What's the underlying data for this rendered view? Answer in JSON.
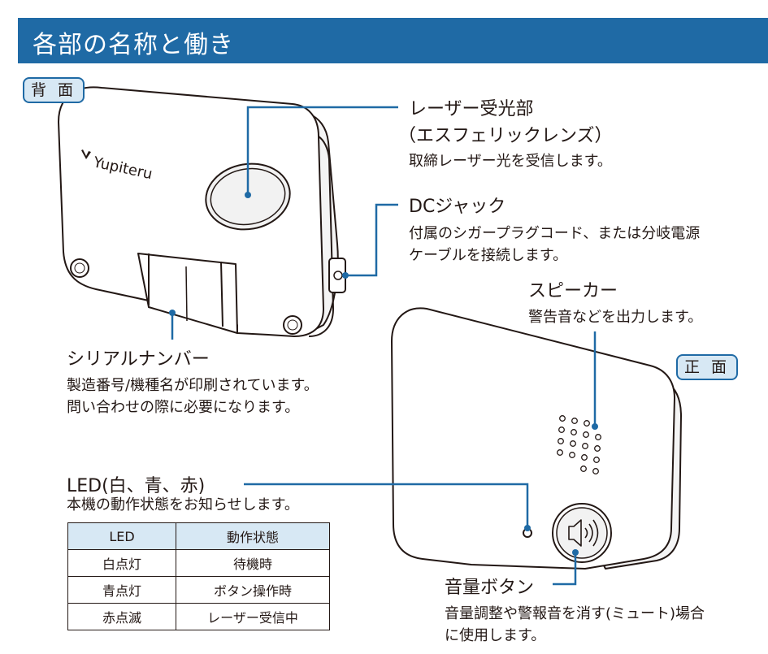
{
  "header": {
    "title": "各部の名称と働き"
  },
  "tags": {
    "back": "背 面",
    "front": "正 面"
  },
  "device": {
    "brand": "Yupiteru"
  },
  "parts": {
    "laser": {
      "title_line1": "レーザー受光部",
      "title_line2": "（エスフェリックレンズ）",
      "desc": "取締レーザー光を受信します。"
    },
    "dc": {
      "title": "DCジャック",
      "desc_line1": "付属のシガープラグコード、または分岐電源",
      "desc_line2": "ケーブルを接続します。"
    },
    "speaker": {
      "title": "スピーカー",
      "desc": "警告音などを出力します。"
    },
    "serial": {
      "title": "シリアルナンバー",
      "desc_line1": "製造番号/機種名が印刷されています。",
      "desc_line2": "問い合わせの際に必要になります。"
    },
    "led": {
      "title": "LED(白、青、赤)",
      "desc": "本機の動作状態をお知らせします。"
    },
    "volume": {
      "title": "音量ボタン",
      "desc_line1": "音量調整や警報音を消す(ミュート)場合",
      "desc_line2": "に使用します。"
    }
  },
  "led_table": {
    "headers": [
      "LED",
      "動作状態"
    ],
    "rows": [
      [
        "白点灯",
        "待機時"
      ],
      [
        "青点灯",
        "ボタン操作時"
      ],
      [
        "赤点滅",
        "レーザー受信中"
      ]
    ]
  },
  "colors": {
    "accent": "#1f6aa5",
    "tag_fill": "#d7e8f4"
  }
}
